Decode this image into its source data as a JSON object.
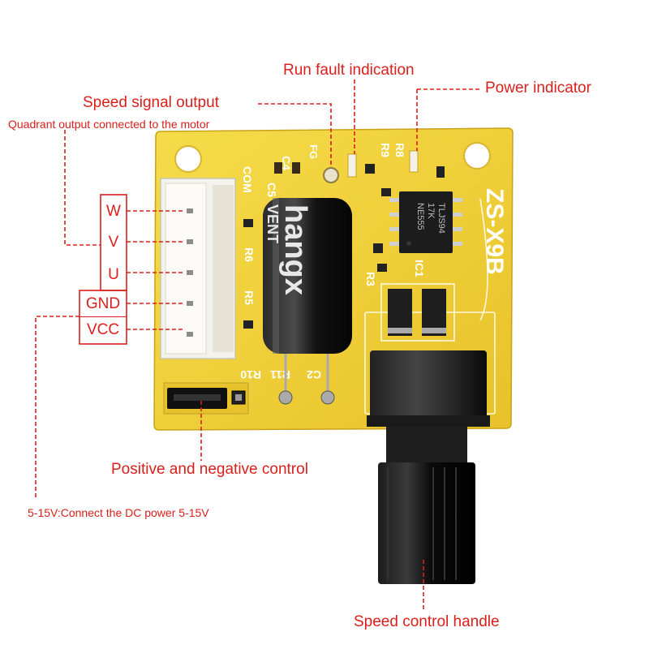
{
  "labels": {
    "run_fault": "Run fault indication",
    "power_indicator": "Power indicator",
    "speed_signal": "Speed signal output",
    "quadrant_output": "Quadrant output connected to the motor",
    "positive_negative": "Positive and negative control",
    "dc_power": "5-15V:Connect the DC power 5-15V",
    "speed_handle": "Speed control handle"
  },
  "pins": {
    "w": "W",
    "v": "V",
    "u": "U",
    "gnd": "GND",
    "vcc": "VCC"
  },
  "board_text": {
    "model": "ZS-X9B",
    "cap_brand": "hangx",
    "cap_vent": "VENT",
    "ic_marking_1": "NE555",
    "ic_marking_2": "17K",
    "ic_marking_3": "TLJS94",
    "com": "COM",
    "c4": "C4",
    "c5": "C5",
    "fg": "FG",
    "r9": "R9",
    "r8": "R8",
    "r6": "R6",
    "r5": "R5",
    "r3": "R3",
    "r11": "R11",
    "r10": "R10",
    "c2": "C2",
    "ic1": "IC1"
  },
  "colors": {
    "annotation": "#d9201c",
    "board": "#f2d23a",
    "connector": "#f4f2ec",
    "capacitor": "#151515",
    "knob": "#0e0e0e"
  }
}
